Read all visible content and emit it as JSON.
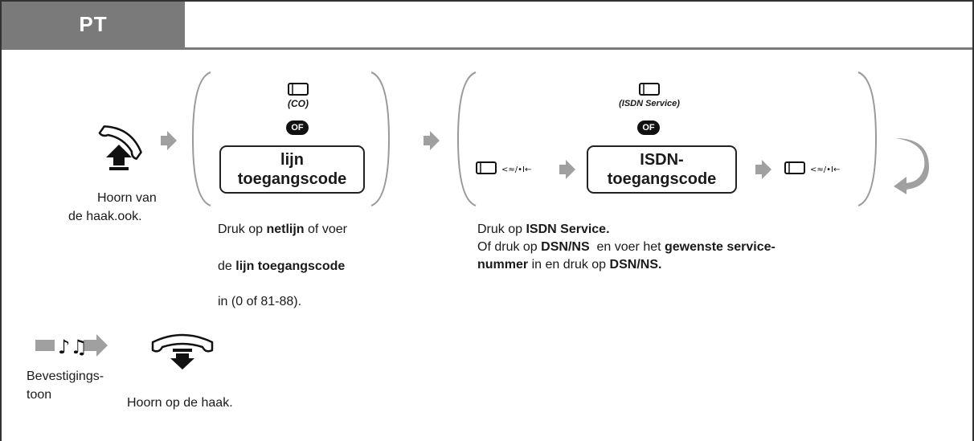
{
  "header": {
    "title": "PT"
  },
  "step1": {
    "label_line1": "Hoorn van",
    "label_line2": "de haak.ook."
  },
  "step2": {
    "key_label": "(CO)",
    "or_badge": "OF",
    "code_line1": "lijn",
    "code_line2": "toegangscode",
    "desc": {
      "l1_a": "Druk op ",
      "l1_b": "netlijn",
      "l1_c": " of voer",
      "l2_a": "de ",
      "l2_b": "lijn toegangscode",
      "l3": "in (0 of 81-88)."
    }
  },
  "step3": {
    "key_label": "(ISDN Service)",
    "or_badge": "OF",
    "code_line1": "ISDN-",
    "code_line2": "toegangscode",
    "desc": {
      "l1_a": "Druk op ",
      "l1_b": "ISDN Service.",
      "l2_a": "Of druk op ",
      "l2_b": "DSN/NS",
      "l2_c": "  en voer het ",
      "l2_d": "gewenste service-",
      "l3_a": "nummer",
      "l3_b": " in en druk op ",
      "l3_c": "DSN/NS."
    }
  },
  "bottom": {
    "tone_line1": "Bevestigings-",
    "tone_line2": "toon",
    "hangup_label": "Hoorn op de haak."
  },
  "colors": {
    "header": "#7a7a7a",
    "arrow": "#a0a0a0",
    "bracket": "#9a9a9a",
    "badge": "#111111"
  },
  "icons": [
    "handset-offhook-icon",
    "flow-arrow-icon",
    "key-button-icon",
    "or-badge-icon",
    "dsn-ns-icon",
    "repeat-arrow-icon",
    "confirmation-tone-icon",
    "handset-onhook-icon"
  ]
}
